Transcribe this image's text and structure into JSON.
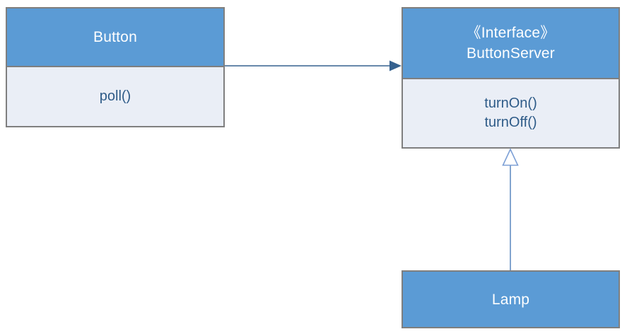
{
  "diagram": {
    "kind": "uml-class-diagram",
    "classes": [
      {
        "id": "button",
        "name": "Button",
        "stereotype": "",
        "members": [
          "poll()"
        ]
      },
      {
        "id": "button-server",
        "name": "ButtonServer",
        "stereotype": "《Interface》",
        "members": [
          "turnOn()",
          "turnOff()"
        ]
      },
      {
        "id": "lamp",
        "name": "Lamp",
        "stereotype": "",
        "members": []
      }
    ],
    "relations": [
      {
        "from": "Button",
        "to": "ButtonServer",
        "type": "association",
        "arrowhead": "filled-triangle"
      },
      {
        "from": "Lamp",
        "to": "ButtonServer",
        "type": "realization",
        "arrowhead": "hollow-triangle"
      }
    ],
    "colors": {
      "header_fill": "#5b9bd5",
      "body_fill": "#eaeef6",
      "box_border": "#7f7f7f",
      "header_text": "#ffffff",
      "member_text": "#2e5b88",
      "association_line": "#35618f",
      "realization_line": "#4e7dba",
      "realization_triangle_stroke": "#7da0d6",
      "realization_triangle_fill": "#ffffff",
      "background": "#ffffff"
    }
  }
}
